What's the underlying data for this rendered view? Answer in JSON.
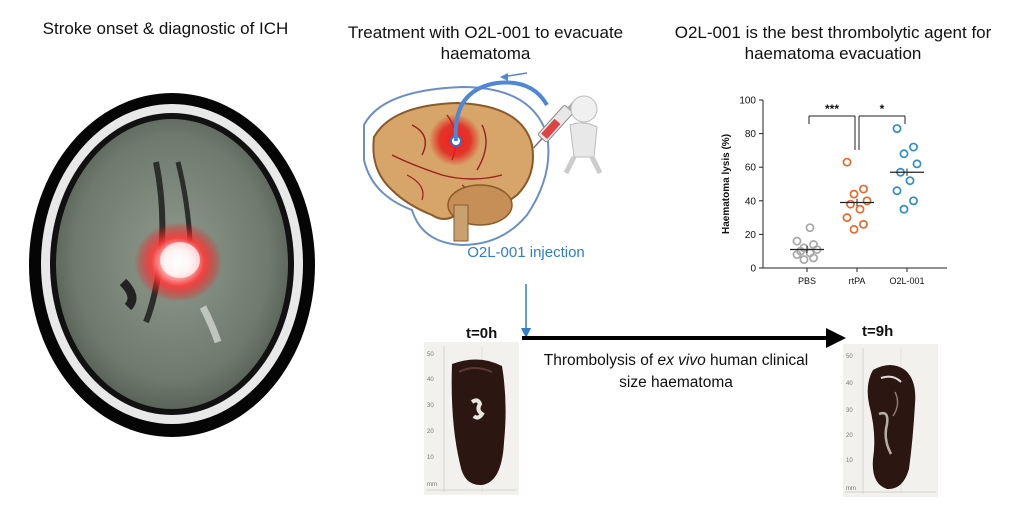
{
  "titles": {
    "onset": "Stroke onset & diagnostic of ICH",
    "treatment": "Treatment with O2L-001 to evacuate haematoma",
    "best": "O2L-001 is the best thrombolytic agent for haematoma evacuation"
  },
  "injection_label": "O2L-001 injection",
  "timeline": {
    "start": "t=0h",
    "end": "t=9h",
    "caption_pre": "Thrombolysis of ",
    "caption_italic": "ex vivo",
    "caption_post": " human clinical size haematoma"
  },
  "ruler": {
    "ticks": [
      "50",
      "40",
      "30",
      "20",
      "10"
    ],
    "unit": "mm"
  },
  "chart_data": {
    "type": "scatter",
    "ylabel": "Haematoma lysis (%)",
    "ylim": [
      0,
      100
    ],
    "yticks": [
      "0",
      "20",
      "40",
      "60",
      "80",
      "100"
    ],
    "categories": [
      "PBS",
      "rtPA",
      "O2L-001"
    ],
    "colors": {
      "PBS": "#a8a8a8",
      "rtPA": "#e8692a",
      "O2L-001": "#2e8ec8"
    },
    "series": [
      {
        "name": "PBS",
        "mean": 11,
        "values": [
          5,
          6,
          8,
          9,
          10,
          11,
          12,
          14,
          16,
          24
        ]
      },
      {
        "name": "rtPA",
        "mean": 39,
        "values": [
          23,
          26,
          30,
          35,
          38,
          40,
          44,
          47,
          63
        ]
      },
      {
        "name": "O2L-001",
        "mean": 57,
        "values": [
          35,
          40,
          46,
          52,
          57,
          62,
          68,
          72,
          83
        ]
      }
    ],
    "significance": [
      {
        "from": "PBS",
        "to": "rtPA",
        "label": "***"
      },
      {
        "from": "rtPA",
        "to": "O2L-001",
        "label": "*"
      }
    ]
  }
}
